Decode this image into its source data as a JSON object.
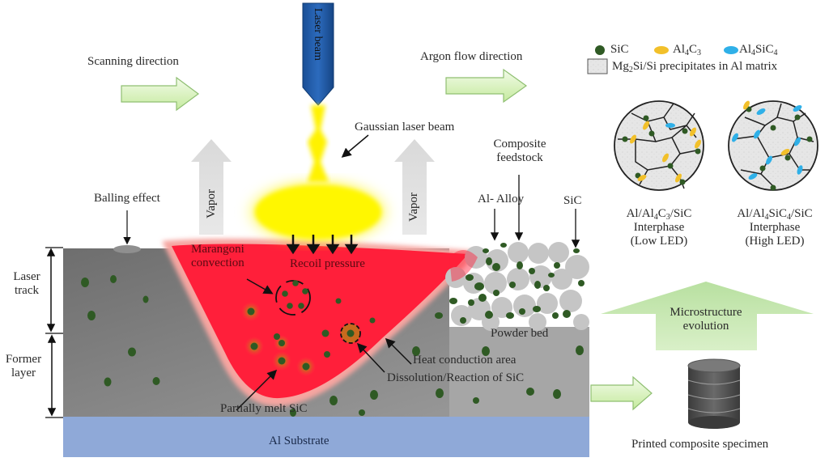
{
  "top": {
    "scanning_direction": "Scanning direction",
    "argon_flow_direction": "Argon flow direction",
    "laser_beam": "Laser beam",
    "gaussian_laser_beam": "Gaussian laser beam"
  },
  "legend": {
    "sic": "SiC",
    "al4c3": {
      "base": "Al",
      "s1": "4",
      "mid": "C",
      "s2": "3"
    },
    "al4sic4": {
      "base": "Al",
      "s1": "4",
      "mid": "SiC",
      "s2": "4"
    },
    "matrix": {
      "pre": "Mg",
      "s1": "2",
      "post": "Si/Si precipitates in Al matrix"
    },
    "colors": {
      "sic": "#2f5a24",
      "al4c3": "#f2c02a",
      "al4sic4": "#2fb0e8"
    }
  },
  "labels": {
    "vapor_left": "Vapor",
    "vapor_right": "Vapor",
    "balling_effect": "Balling effect",
    "composite_feedstock_line1": "Composite",
    "composite_feedstock_line2": "feedstock",
    "al_alloy": "Al- Alloy",
    "sic": "SiC",
    "laser_track_line1": "Laser",
    "laser_track_line2": "track",
    "former_layer_line1": "Former",
    "former_layer_line2": "layer",
    "marangoni_line1": "Marangoni",
    "marangoni_line2": "convection",
    "recoil_pressure": "Recoil pressure",
    "powder_bed": "Powder bed",
    "heat_conduction_area": "Heat conduction area",
    "dissolution_reaction": "Dissolution/Reaction of SiC",
    "partially_melt_sic": "Partially melt SiC",
    "al_substrate": "Al Substrate",
    "microstructure_line1": "Microstructure",
    "microstructure_line2": "evolution",
    "printed_specimen": "Printed composite specimen"
  },
  "interphase": {
    "low": {
      "l1": {
        "a": "Al/Al",
        "s1": "4",
        "b": "C",
        "s2": "3",
        "c": "/SiC"
      },
      "l2": "Interphase",
      "l3": "(Low LED)"
    },
    "high": {
      "l1": {
        "a": "Al/Al",
        "s1": "4",
        "b": "SiC",
        "s2": "4",
        "c": "/SiC"
      },
      "l2": "Interphase",
      "l3": "(High LED)"
    }
  }
}
